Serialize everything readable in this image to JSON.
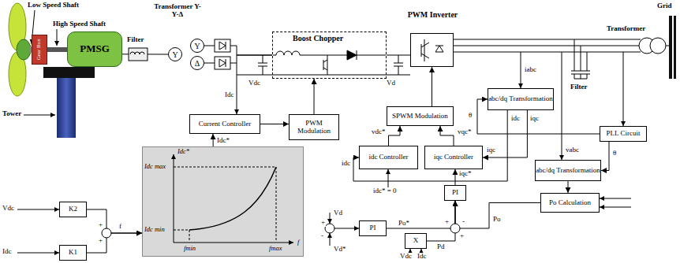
{
  "diagram": {
    "nodes": [
      {
        "text": [
          "Gear Box"
        ]
      },
      {
        "text": [
          "PMSG"
        ]
      },
      {
        "text": [
          "Y"
        ]
      },
      {
        "text": [
          "Y"
        ]
      },
      {
        "text": [
          "Δ"
        ]
      },
      {
        "text": [
          "Boost Chopper"
        ]
      },
      {
        "text": [
          "PWM Inverter"
        ]
      },
      {
        "text": [
          "Current Controller"
        ]
      },
      {
        "text": [
          "PWM Modulation"
        ]
      },
      {
        "text": [
          "abc/dq Transformation"
        ]
      },
      {
        "text": [
          "SPWM Modulation"
        ]
      },
      {
        "text": [
          "PLL Circuit"
        ]
      },
      {
        "text": [
          "idc Controller"
        ]
      },
      {
        "text": [
          "iqc Controller"
        ]
      },
      {
        "text": [
          "abc/dq Transformation"
        ]
      },
      {
        "text": [
          "PI"
        ]
      },
      {
        "text": [
          "Po Calculation"
        ]
      },
      {
        "text": [
          "K2"
        ]
      },
      {
        "text": [
          "Idc*",
          "Idc max",
          "Idc min",
          "fmin",
          "fmax",
          "f"
        ]
      },
      {
        "text": [
          "PI"
        ]
      },
      {
        "text": [
          "X"
        ]
      },
      {
        "text": [
          "K1"
        ]
      }
    ],
    "edges": [
      {
        "from": 0,
        "to": 1,
        "arrow": "none"
      },
      {
        "from": 1,
        "to": 2,
        "arrow": "none"
      },
      {
        "from": 3,
        "to": 5,
        "arrow": "none"
      },
      {
        "from": 4,
        "to": 5,
        "arrow": "none"
      },
      {
        "from": 5,
        "to": 6,
        "arrow": "none"
      },
      {
        "from": 18,
        "to": 7,
        "arrow": "to",
        "label": "Idc*"
      },
      {
        "from": 7,
        "to": 8,
        "arrow": "to"
      },
      {
        "from": 8,
        "to": 5,
        "arrow": "to"
      },
      {
        "from": 10,
        "to": 6,
        "arrow": "to"
      },
      {
        "from": 9,
        "to": 12,
        "arrow": "to",
        "label": "idc"
      },
      {
        "from": 9,
        "to": 13,
        "arrow": "to",
        "label": "iqc"
      },
      {
        "from": 12,
        "to": 10,
        "arrow": "to",
        "label": "vdc*"
      },
      {
        "from": 13,
        "to": 10,
        "arrow": "to",
        "label": "vqc*"
      },
      {
        "from": 15,
        "to": 13,
        "arrow": "to",
        "label": "iqc*"
      },
      {
        "from": 19,
        "to": 15,
        "arrow": "to",
        "label": "Po*"
      },
      {
        "from": 20,
        "to": 15,
        "arrow": "to",
        "label": "Pd"
      },
      {
        "from": 16,
        "to": 15,
        "arrow": "to",
        "label": "Po"
      },
      {
        "from": 11,
        "to": 14,
        "arrow": "to",
        "label": "θ"
      },
      {
        "from": 11,
        "to": 9,
        "arrow": "to",
        "label": "θ"
      },
      {
        "from": 14,
        "to": 16,
        "arrow": "to"
      },
      {
        "from": 17,
        "to": 18,
        "arrow": "to",
        "label": "f"
      },
      {
        "from": 21,
        "to": 18,
        "arrow": "to"
      }
    ],
    "labels": [
      "Low Speed Shaft",
      "High Speed Shaft",
      "Tower",
      "Filter",
      "Transformer Y-Y-Δ",
      "Idc",
      "Vdc",
      "Vd",
      "iabc",
      "idc",
      "idc* = 0",
      "iqc",
      "Vd",
      "Vd*",
      "Vdc",
      "Idc",
      "vabc",
      "Transformer",
      "Grid",
      "Filter",
      "Vdc",
      "Idc",
      "+",
      "+",
      "+",
      "-",
      "+",
      "-",
      "+"
    ]
  }
}
